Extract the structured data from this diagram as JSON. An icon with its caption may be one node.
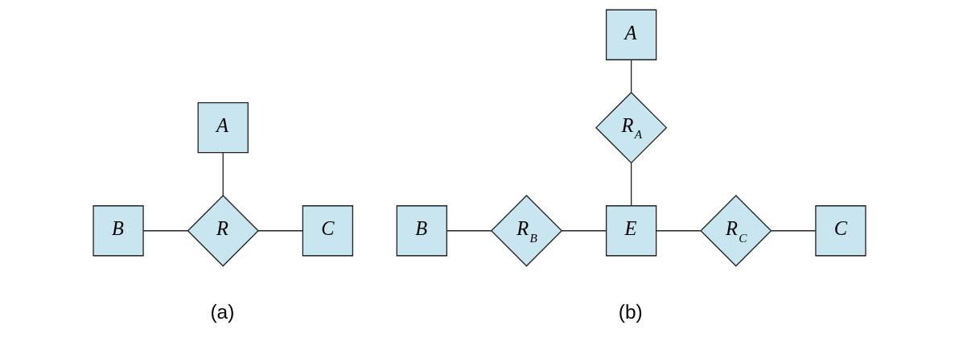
{
  "diagram": {
    "nodes": [
      {
        "text": [
          "A"
        ]
      },
      {
        "text": [
          "B"
        ]
      },
      {
        "text": [
          "R"
        ]
      },
      {
        "text": [
          "C"
        ]
      },
      {
        "text": [
          "A"
        ]
      },
      {
        "text": [
          "R$_{A}$"
        ]
      },
      {
        "text": [
          "B"
        ]
      },
      {
        "text": [
          "R$_{B}$"
        ]
      },
      {
        "text": [
          "E"
        ]
      },
      {
        "text": [
          "R$_{C}$"
        ]
      },
      {
        "text": [
          "C"
        ]
      }
    ],
    "edges": [
      {
        "from": 0,
        "to": 2,
        "arrow": "none"
      },
      {
        "from": 1,
        "to": 2,
        "arrow": "none"
      },
      {
        "from": 2,
        "to": 3,
        "arrow": "none"
      },
      {
        "from": 4,
        "to": 5,
        "arrow": "none"
      },
      {
        "from": 5,
        "to": 8,
        "arrow": "none"
      },
      {
        "from": 6,
        "to": 7,
        "arrow": "none"
      },
      {
        "from": 7,
        "to": 8,
        "arrow": "none"
      },
      {
        "from": 8,
        "to": 9,
        "arrow": "none"
      },
      {
        "from": 9,
        "to": 10,
        "arrow": "none"
      }
    ],
    "labels": [
      "(a)",
      "(b)"
    ]
  }
}
